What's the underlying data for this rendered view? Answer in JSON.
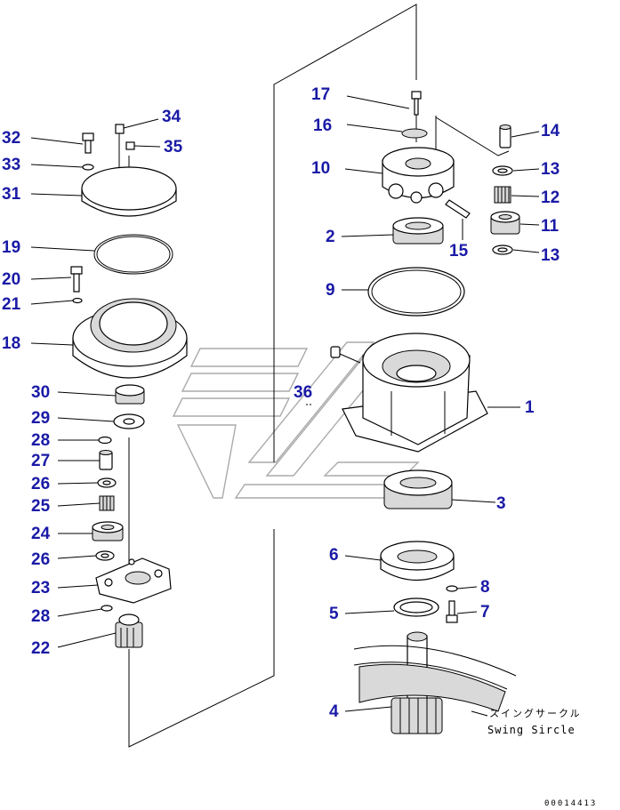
{
  "callouts": {
    "c1": "1",
    "c2": "2",
    "c3": "3",
    "c4": "4",
    "c5": "5",
    "c6": "6",
    "c7": "7",
    "c8": "8",
    "c9": "9",
    "c10": "10",
    "c11": "11",
    "c12": "12",
    "c13a": "13",
    "c13b": "13",
    "c14": "14",
    "c15": "15",
    "c16": "16",
    "c17": "17",
    "c18": "18",
    "c19": "19",
    "c20": "20",
    "c21": "21",
    "c22": "22",
    "c23": "23",
    "c24": "24",
    "c25": "25",
    "c26a": "26",
    "c26b": "26",
    "c27": "27",
    "c28a": "28",
    "c28b": "28",
    "c29": "29",
    "c30": "30",
    "c31": "31",
    "c32": "32",
    "c33": "33",
    "c34": "34",
    "c35": "35",
    "c36": "36"
  },
  "swing_circle": {
    "jp": "スイングサークル",
    "en": "Swing Sircle"
  },
  "drawing_code": "00014413"
}
